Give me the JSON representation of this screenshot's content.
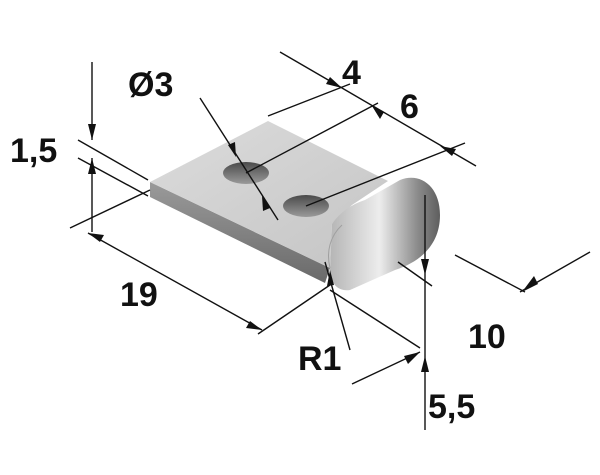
{
  "drawing": {
    "part_color": "#c8c8c8",
    "line_color": "#111111",
    "dimensions": {
      "hole_diameter": "Ø3",
      "hole_spacing": "4",
      "hole_offset": "6",
      "thickness": "1,5",
      "length": "19",
      "radius": "R1",
      "width": "10",
      "knuckle_height": "5,5"
    }
  }
}
